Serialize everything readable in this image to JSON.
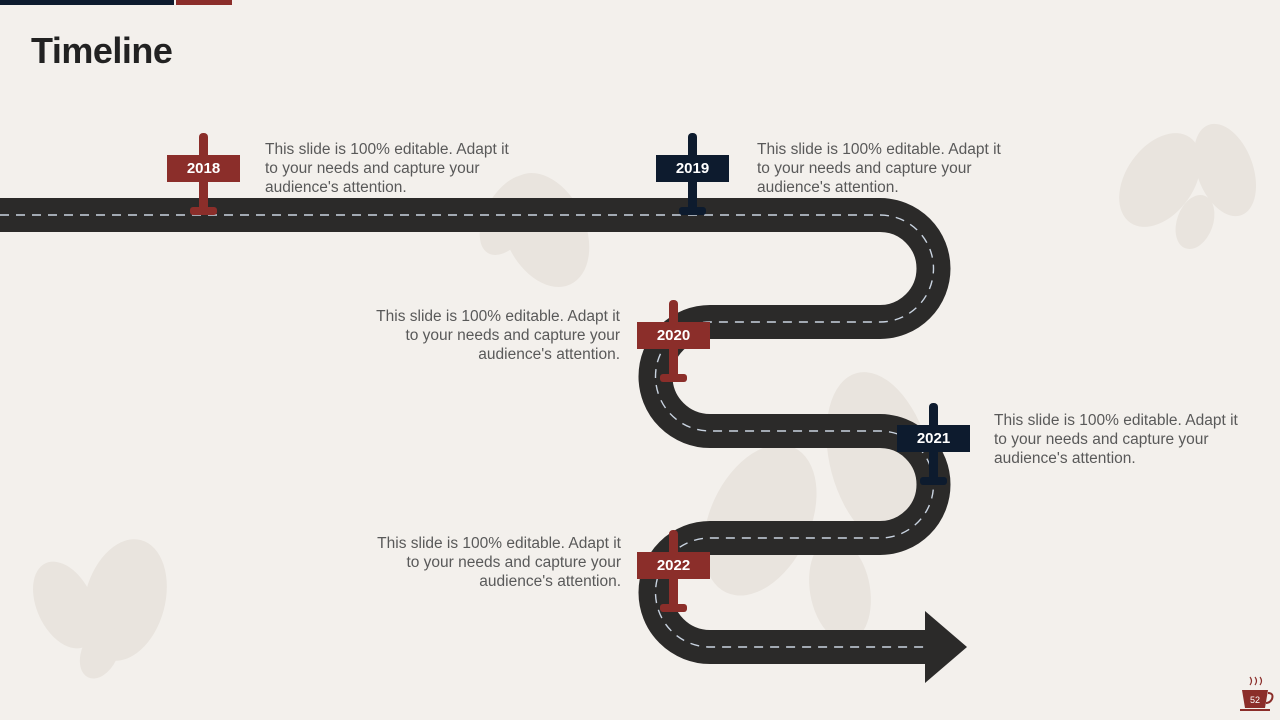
{
  "slide": {
    "title": "Timeline",
    "page_number": "52"
  },
  "colors": {
    "maroon": "#8b2e2a",
    "navy": "#0d1b2e",
    "road": "#2b2a29",
    "background": "#f3f0ec"
  },
  "milestones": [
    {
      "year": "2018",
      "text": "This slide is 100% editable. Adapt it to your needs and capture your audience's attention.",
      "color": "maroon"
    },
    {
      "year": "2019",
      "text": "This slide is 100% editable. Adapt it to your needs and capture your audience's attention.",
      "color": "navy"
    },
    {
      "year": "2020",
      "text": "This slide is 100% editable. Adapt it to your needs and capture your audience's attention.",
      "color": "maroon"
    },
    {
      "year": "2021",
      "text": "This slide is 100% editable. Adapt it to your needs and capture your audience's attention.",
      "color": "navy"
    },
    {
      "year": "2022",
      "text": "This slide is 100% editable. Adapt it to your needs and capture your audience's attention.",
      "color": "maroon"
    }
  ],
  "icons": {
    "logo": "coffee-cup-icon",
    "watermark": "coffee-bean-icon"
  }
}
